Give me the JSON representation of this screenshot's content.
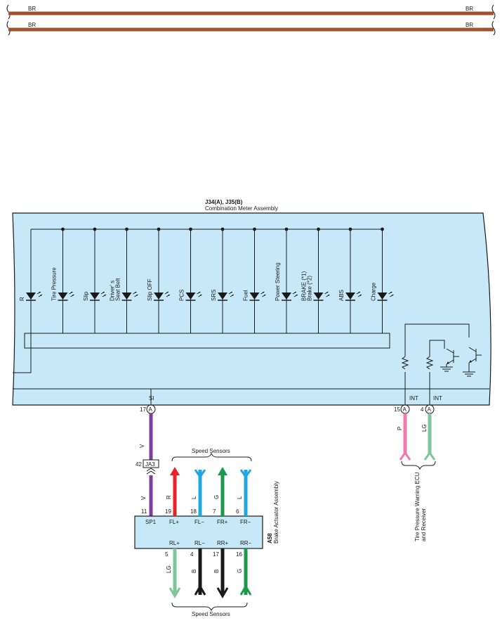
{
  "colors": {
    "panel_fill": "#c7e8f8",
    "wire_br": "#a0522d",
    "wire_v": "#7b3f9e",
    "wire_r": "#e8202a",
    "wire_l": "#1ea7e1",
    "wire_g": "#1a9a4a",
    "wire_lg": "#7fc79a",
    "wire_b": "#1a1a1a",
    "wire_p": "#f07ab0"
  },
  "top_wires": {
    "left_label": "BR",
    "right_label": "BR"
  },
  "meter": {
    "id": "J34(A), J35(B)",
    "name": "Combination Meter Assembly",
    "indicators": [
      "R",
      "Tire Pressure",
      "Slip",
      "Driver' s\nSeat Belt",
      "Slip OFF",
      "PCS",
      "SRS",
      "Fuel",
      "Power Steering",
      "BRAKE (*1)\nBrake (*2)",
      "ABS",
      "Charge"
    ],
    "si_label": "SI",
    "si_pin": "17",
    "int_label_1": "INT",
    "int_label_2": "INT",
    "int_pin_1": "15",
    "int_pin_2": "4",
    "connector_letter": "A"
  },
  "junction": {
    "pin": "42",
    "name": "JA3"
  },
  "wire_v_label": "V",
  "speed_sensors_label": "Speed Sensors",
  "brake_actuator": {
    "id": "A58",
    "name": "Brake Actuator Assembly",
    "top_pins": [
      {
        "pin": "11",
        "label": "SP1",
        "wire": "V"
      },
      {
        "pin": "19",
        "label": "FL+",
        "wire": "R"
      },
      {
        "pin": "18",
        "label": "FL−",
        "wire": "L"
      },
      {
        "pin": "7",
        "label": "FR+",
        "wire": "G"
      },
      {
        "pin": "6",
        "label": "FR−",
        "wire": "L"
      }
    ],
    "bottom_pins": [
      {
        "pin": "5",
        "label": "RL+",
        "wire": "LG"
      },
      {
        "pin": "4",
        "label": "RL−",
        "wire": "B"
      },
      {
        "pin": "17",
        "label": "RR+",
        "wire": "B"
      },
      {
        "pin": "16",
        "label": "RR−",
        "wire": "G"
      }
    ]
  },
  "tpms": {
    "name": "Tire Pressure Warning ECU\nand Receiver",
    "wire_1": "P",
    "wire_2": "LG"
  }
}
